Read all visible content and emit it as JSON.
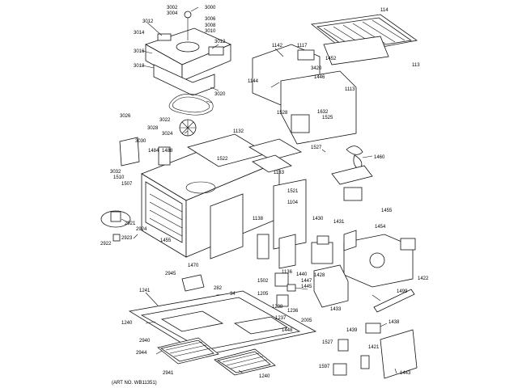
{
  "diagram": {
    "art_number": "(ART NO. WB11351)",
    "callouts": [
      "3002",
      "3000",
      "3004",
      "3006",
      "3008",
      "3010",
      "3012",
      "3014",
      "3016",
      "3018",
      "3012",
      "114",
      "113",
      "1142",
      "1117",
      "1452",
      "1144",
      "3420",
      "1446",
      "1528",
      "1632",
      "1525",
      "1113",
      "1527",
      "1133",
      "3020",
      "3026",
      "3028",
      "3022",
      "3024",
      "3030",
      "1132",
      "1522",
      "3032",
      "1510",
      "1507",
      "1484",
      "1488",
      "1521",
      "1104",
      "1460",
      "2921",
      "2924",
      "1455",
      "2922",
      "2923",
      "1138",
      "1430",
      "1431",
      "1455",
      "1454",
      "1136",
      "1440",
      "1447",
      "1445",
      "1428",
      "1502",
      "1470",
      "2945",
      "282",
      "34",
      "1205",
      "1238",
      "1236",
      "1237",
      "1448",
      "2005",
      "1433",
      "1422",
      "1241",
      "1499",
      "1240",
      "2940",
      "1438",
      "1439",
      "1421",
      "1527",
      "2944",
      "2941",
      "1597",
      "1240",
      "1443"
    ]
  }
}
